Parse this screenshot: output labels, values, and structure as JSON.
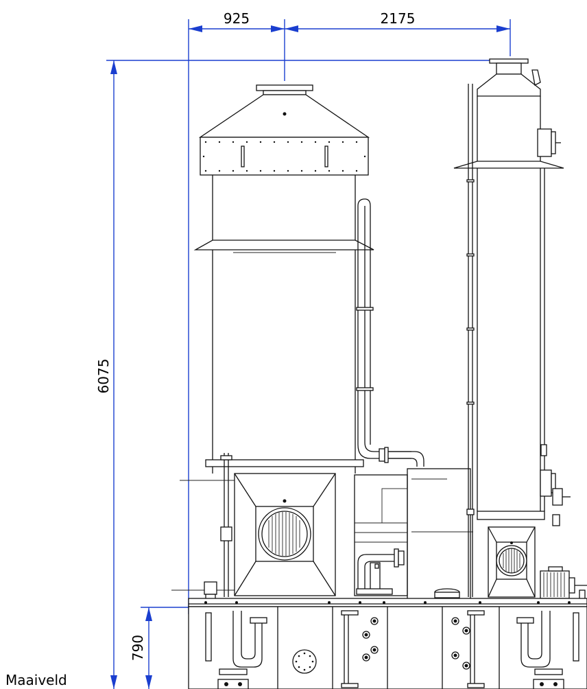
{
  "dimensions": {
    "left_offset": "925",
    "right_offset": "2175",
    "total_height": "6075",
    "basin_height": "790"
  },
  "labels": {
    "ground_level": "Maaiveld"
  },
  "colors": {
    "dimension_lines": "#1a3ecf",
    "linework": "#111111"
  }
}
